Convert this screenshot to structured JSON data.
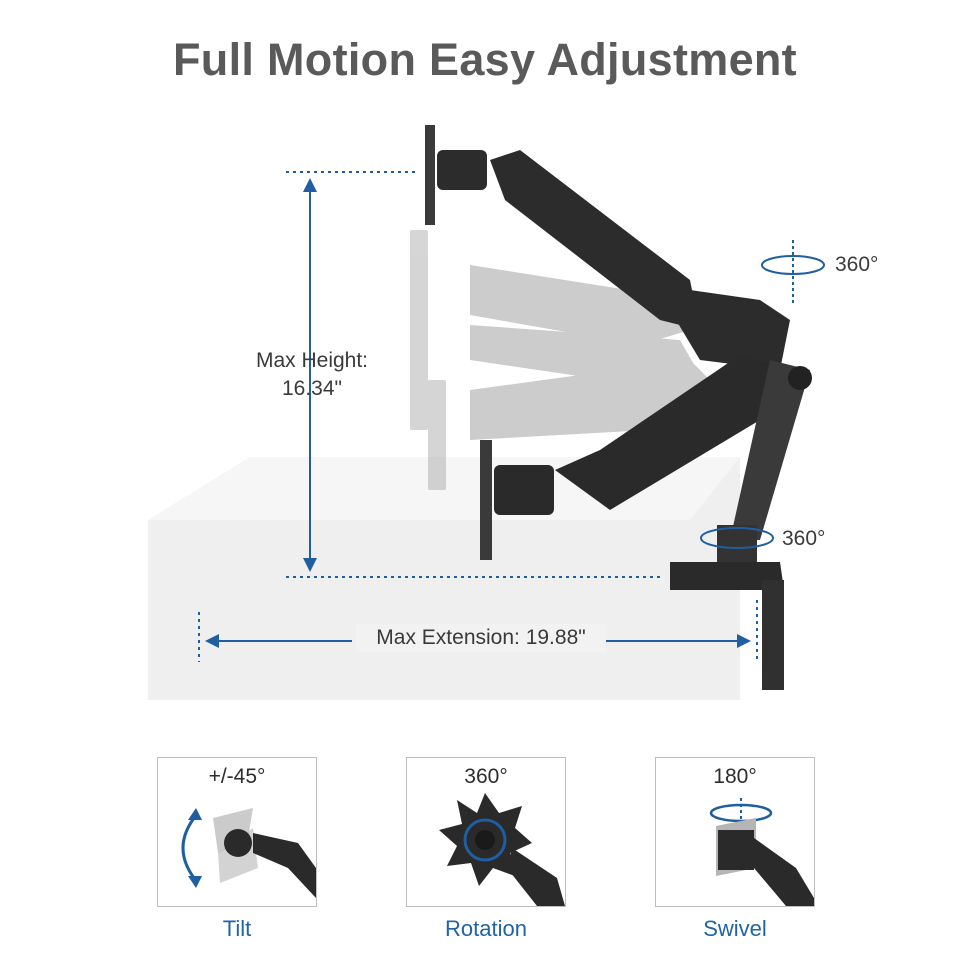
{
  "title": "Full Motion Easy Adjustment",
  "dimensions": {
    "max_height_line1": "Max Height:",
    "max_height_line2": "16.34\"",
    "max_extension": "Max Extension: 19.88\""
  },
  "rotation_labels": {
    "top_joint": "360°",
    "base_joint": "360°"
  },
  "panels": [
    {
      "value": "+/-45°",
      "caption": "Tilt",
      "icon": "tilt-icon"
    },
    {
      "value": "360°",
      "caption": "Rotation",
      "icon": "rotation-icon"
    },
    {
      "value": "180°",
      "caption": "Swivel",
      "icon": "swivel-icon"
    }
  ],
  "colors": {
    "accent_blue": "#1f5fa0",
    "title_gray": "#5a5a5a",
    "arm_dark": "#2c2c2c",
    "desk_gray": "#efefef"
  }
}
